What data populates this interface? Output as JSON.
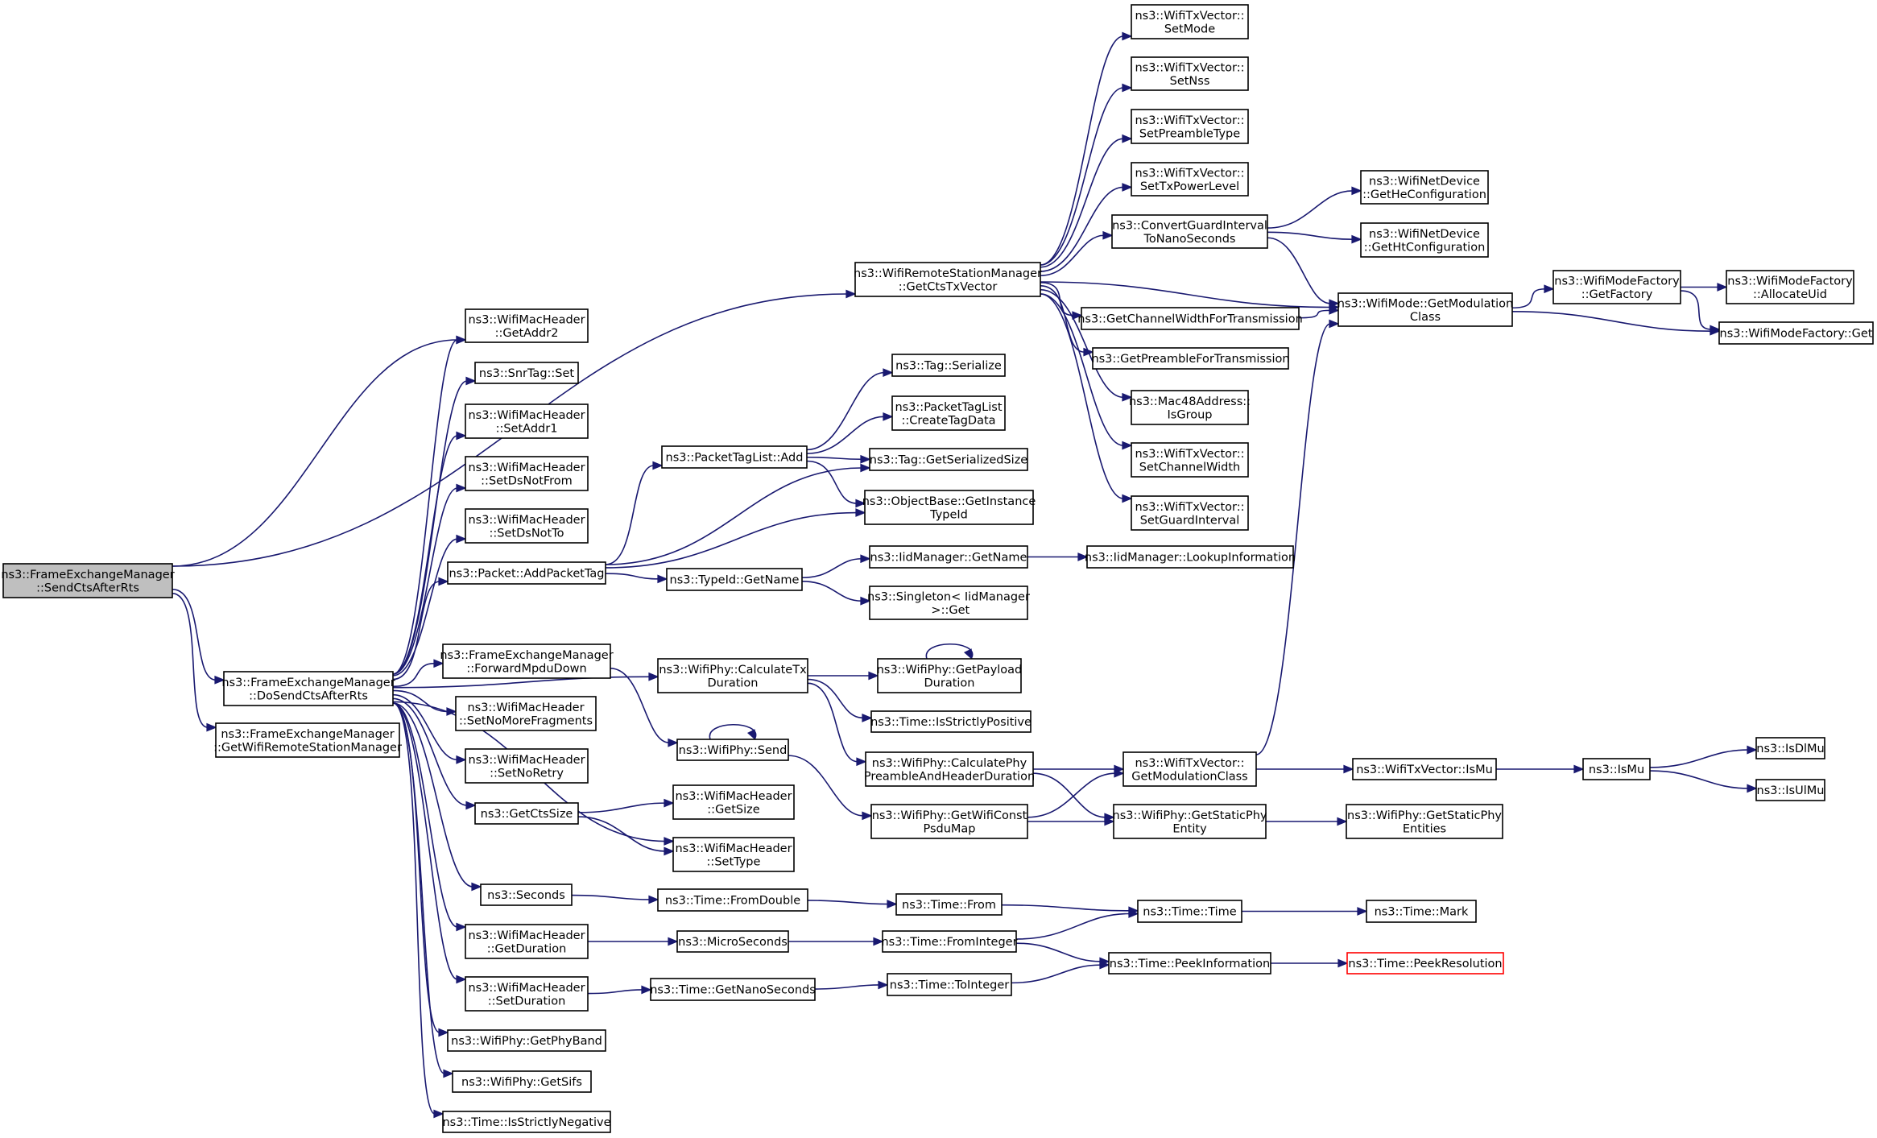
{
  "diagram": {
    "kind": "call-graph",
    "colors": {
      "edge": "#191970",
      "node_border": "#000000",
      "node_fill": "#ffffff",
      "root_fill": "#bfbfbf",
      "undocumented_border": "#ff0000"
    },
    "nodes": [
      {
        "id": "root",
        "lines": [
          "ns3::FrameExchangeManager",
          "::SendCtsAfterRts"
        ],
        "style": "root"
      },
      {
        "id": "dosend",
        "lines": [
          "ns3::FrameExchangeManager",
          "::DoSendCtsAfterRts"
        ]
      },
      {
        "id": "getwrsm",
        "lines": [
          "ns3::FrameExchangeManager",
          "::GetWifiRemoteStationManager"
        ]
      },
      {
        "id": "getcts",
        "lines": [
          "ns3::WifiRemoteStationManager",
          "::GetCtsTxVector"
        ]
      },
      {
        "id": "addr2",
        "lines": [
          "ns3::WifiMacHeader",
          "::GetAddr2"
        ]
      },
      {
        "id": "snrset",
        "lines": [
          "ns3::SnrTag::Set"
        ]
      },
      {
        "id": "setaddr1",
        "lines": [
          "ns3::WifiMacHeader",
          "::SetAddr1"
        ]
      },
      {
        "id": "dsnotfrom",
        "lines": [
          "ns3::WifiMacHeader",
          "::SetDsNotFrom"
        ]
      },
      {
        "id": "dsnotto",
        "lines": [
          "ns3::WifiMacHeader",
          "::SetDsNotTo"
        ]
      },
      {
        "id": "addpkttag",
        "lines": [
          "ns3::Packet::AddPacketTag"
        ]
      },
      {
        "id": "fwdmpdu",
        "lines": [
          "ns3::FrameExchangeManager",
          "::ForwardMpduDown"
        ]
      },
      {
        "id": "nomorefrag",
        "lines": [
          "ns3::WifiMacHeader",
          "::SetNoMoreFragments"
        ]
      },
      {
        "id": "noretry",
        "lines": [
          "ns3::WifiMacHeader",
          "::SetNoRetry"
        ]
      },
      {
        "id": "getctssize",
        "lines": [
          "ns3::GetCtsSize"
        ]
      },
      {
        "id": "seconds",
        "lines": [
          "ns3::Seconds"
        ]
      },
      {
        "id": "getdur",
        "lines": [
          "ns3::WifiMacHeader",
          "::GetDuration"
        ]
      },
      {
        "id": "setdur",
        "lines": [
          "ns3::WifiMacHeader",
          "::SetDuration"
        ]
      },
      {
        "id": "getphyband",
        "lines": [
          "ns3::WifiPhy::GetPhyBand"
        ]
      },
      {
        "id": "getsifs",
        "lines": [
          "ns3::WifiPhy::GetSifs"
        ]
      },
      {
        "id": "isneg",
        "lines": [
          "ns3::Time::IsStrictlyNegative"
        ]
      },
      {
        "id": "ptladd",
        "lines": [
          "ns3::PacketTagList::Add"
        ]
      },
      {
        "id": "typeidname",
        "lines": [
          "ns3::TypeId::GetName"
        ]
      },
      {
        "id": "calctx",
        "lines": [
          "ns3::WifiPhy::CalculateTx",
          "Duration"
        ]
      },
      {
        "id": "physend",
        "lines": [
          "ns3::WifiPhy::Send"
        ]
      },
      {
        "id": "getsize",
        "lines": [
          "ns3::WifiMacHeader",
          "::GetSize"
        ]
      },
      {
        "id": "settype",
        "lines": [
          "ns3::WifiMacHeader",
          "::SetType"
        ]
      },
      {
        "id": "fromdouble",
        "lines": [
          "ns3::Time::FromDouble"
        ]
      },
      {
        "id": "micro",
        "lines": [
          "ns3::MicroSeconds"
        ]
      },
      {
        "id": "getnano",
        "lines": [
          "ns3::Time::GetNanoSeconds"
        ]
      },
      {
        "id": "tagser",
        "lines": [
          "ns3::Tag::Serialize"
        ]
      },
      {
        "id": "createtag",
        "lines": [
          "ns3::PacketTagList",
          "::CreateTagData"
        ]
      },
      {
        "id": "tagsersize",
        "lines": [
          "ns3::Tag::GetSerializedSize"
        ]
      },
      {
        "id": "getinst",
        "lines": [
          "ns3::ObjectBase::GetInstance",
          "TypeId"
        ]
      },
      {
        "id": "iidgetname",
        "lines": [
          "ns3::IidManager::GetName"
        ]
      },
      {
        "id": "singleton",
        "lines": [
          "ns3::Singleton< IidManager",
          " >::Get"
        ]
      },
      {
        "id": "getpayload",
        "lines": [
          "ns3::WifiPhy::GetPayload",
          "Duration"
        ]
      },
      {
        "id": "ispos",
        "lines": [
          "ns3::Time::IsStrictlyPositive"
        ]
      },
      {
        "id": "calcpre",
        "lines": [
          "ns3::WifiPhy::CalculatePhy",
          "PreambleAndHeaderDuration"
        ]
      },
      {
        "id": "constpsdu",
        "lines": [
          "ns3::WifiPhy::GetWifiConst",
          "PsduMap"
        ]
      },
      {
        "id": "timefrom",
        "lines": [
          "ns3::Time::From"
        ]
      },
      {
        "id": "frominteger",
        "lines": [
          "ns3::Time::FromInteger"
        ]
      },
      {
        "id": "tointeger",
        "lines": [
          "ns3::Time::ToInteger"
        ]
      },
      {
        "id": "setmode",
        "lines": [
          "ns3::WifiTxVector::",
          "SetMode"
        ]
      },
      {
        "id": "setnss",
        "lines": [
          "ns3::WifiTxVector::",
          "SetNss"
        ]
      },
      {
        "id": "setpre",
        "lines": [
          "ns3::WifiTxVector::",
          "SetPreambleType"
        ]
      },
      {
        "id": "settxp",
        "lines": [
          "ns3::WifiTxVector::",
          "SetTxPowerLevel"
        ]
      },
      {
        "id": "convgi",
        "lines": [
          "ns3::ConvertGuardInterval",
          "ToNanoSeconds"
        ]
      },
      {
        "id": "chwidth",
        "lines": [
          "ns3::GetChannelWidthForTransmission"
        ]
      },
      {
        "id": "prefortx",
        "lines": [
          "ns3::GetPreambleForTransmission"
        ]
      },
      {
        "id": "isgroup",
        "lines": [
          "ns3::Mac48Address::",
          "IsGroup"
        ]
      },
      {
        "id": "setchw",
        "lines": [
          "ns3::WifiTxVector::",
          "SetChannelWidth"
        ]
      },
      {
        "id": "setgi",
        "lines": [
          "ns3::WifiTxVector::",
          "SetGuardInterval"
        ]
      },
      {
        "id": "lookupinfo",
        "lines": [
          "ns3::IidManager::LookupInformation"
        ]
      },
      {
        "id": "getmodclass",
        "lines": [
          "ns3::WifiTxVector::",
          "GetModulationClass"
        ]
      },
      {
        "id": "getstaticphy",
        "lines": [
          "ns3::WifiPhy::GetStaticPhy",
          "Entity"
        ]
      },
      {
        "id": "timetime",
        "lines": [
          "ns3::Time::Time"
        ]
      },
      {
        "id": "peekinfo",
        "lines": [
          "ns3::Time::PeekInformation"
        ]
      },
      {
        "id": "hecfg",
        "lines": [
          "ns3::WifiNetDevice",
          "::GetHeConfiguration"
        ]
      },
      {
        "id": "htcfg",
        "lines": [
          "ns3::WifiNetDevice",
          "::GetHtConfiguration"
        ]
      },
      {
        "id": "modegetmod",
        "lines": [
          "ns3::WifiMode::GetModulation",
          "Class"
        ]
      },
      {
        "id": "txismu",
        "lines": [
          "ns3::WifiTxVector::IsMu"
        ]
      },
      {
        "id": "staticents",
        "lines": [
          "ns3::WifiPhy::GetStaticPhy",
          "Entities"
        ]
      },
      {
        "id": "timemark",
        "lines": [
          "ns3::Time::Mark"
        ]
      },
      {
        "id": "peekres",
        "lines": [
          "ns3::Time::PeekResolution"
        ],
        "style": "undoc"
      },
      {
        "id": "getfactory",
        "lines": [
          "ns3::WifiModeFactory",
          "::GetFactory"
        ]
      },
      {
        "id": "ismu",
        "lines": [
          "ns3::IsMu"
        ]
      },
      {
        "id": "allocuid",
        "lines": [
          "ns3::WifiModeFactory",
          "::AllocateUid"
        ]
      },
      {
        "id": "wmfget",
        "lines": [
          "ns3::WifiModeFactory::Get"
        ]
      },
      {
        "id": "isdlmu",
        "lines": [
          "ns3::IsDlMu"
        ]
      },
      {
        "id": "isulmu",
        "lines": [
          "ns3::IsUlMu"
        ]
      }
    ],
    "edges": [
      [
        "root",
        "getcts"
      ],
      [
        "root",
        "addr2"
      ],
      [
        "root",
        "dosend"
      ],
      [
        "root",
        "getwrsm"
      ],
      [
        "dosend",
        "addr2"
      ],
      [
        "dosend",
        "snrset"
      ],
      [
        "dosend",
        "setaddr1"
      ],
      [
        "dosend",
        "dsnotfrom"
      ],
      [
        "dosend",
        "dsnotto"
      ],
      [
        "dosend",
        "addpkttag"
      ],
      [
        "dosend",
        "calctx"
      ],
      [
        "dosend",
        "fwdmpdu"
      ],
      [
        "dosend",
        "nomorefrag"
      ],
      [
        "dosend",
        "noretry"
      ],
      [
        "dosend",
        "getctssize"
      ],
      [
        "dosend",
        "settype"
      ],
      [
        "dosend",
        "seconds"
      ],
      [
        "dosend",
        "getdur"
      ],
      [
        "dosend",
        "setdur"
      ],
      [
        "dosend",
        "getphyband"
      ],
      [
        "dosend",
        "getsifs"
      ],
      [
        "dosend",
        "isneg"
      ],
      [
        "addpkttag",
        "ptladd"
      ],
      [
        "addpkttag",
        "tagsersize"
      ],
      [
        "addpkttag",
        "getinst"
      ],
      [
        "addpkttag",
        "typeidname"
      ],
      [
        "ptladd",
        "tagser"
      ],
      [
        "ptladd",
        "createtag"
      ],
      [
        "ptladd",
        "tagsersize"
      ],
      [
        "ptladd",
        "getinst"
      ],
      [
        "typeidname",
        "iidgetname"
      ],
      [
        "typeidname",
        "singleton"
      ],
      [
        "iidgetname",
        "lookupinfo"
      ],
      [
        "fwdmpdu",
        "physend"
      ],
      [
        "physend",
        "physend"
      ],
      [
        "physend",
        "constpsdu"
      ],
      [
        "calctx",
        "getpayload"
      ],
      [
        "calctx",
        "ispos"
      ],
      [
        "calctx",
        "calcpre"
      ],
      [
        "getpayload",
        "getpayload"
      ],
      [
        "calcpre",
        "getmodclass"
      ],
      [
        "calcpre",
        "getstaticphy"
      ],
      [
        "constpsdu",
        "getmodclass"
      ],
      [
        "constpsdu",
        "getstaticphy"
      ],
      [
        "getctssize",
        "getsize"
      ],
      [
        "getctssize",
        "settype"
      ],
      [
        "seconds",
        "fromdouble"
      ],
      [
        "fromdouble",
        "timefrom"
      ],
      [
        "timefrom",
        "timetime"
      ],
      [
        "getdur",
        "micro"
      ],
      [
        "micro",
        "frominteger"
      ],
      [
        "frominteger",
        "timetime"
      ],
      [
        "frominteger",
        "peekinfo"
      ],
      [
        "setdur",
        "getnano"
      ],
      [
        "getnano",
        "tointeger"
      ],
      [
        "tointeger",
        "peekinfo"
      ],
      [
        "timetime",
        "timemark"
      ],
      [
        "peekinfo",
        "peekres"
      ],
      [
        "getcts",
        "setmode"
      ],
      [
        "getcts",
        "setnss"
      ],
      [
        "getcts",
        "setpre"
      ],
      [
        "getcts",
        "settxp"
      ],
      [
        "getcts",
        "convgi"
      ],
      [
        "getcts",
        "modegetmod"
      ],
      [
        "getcts",
        "chwidth"
      ],
      [
        "getcts",
        "prefortx"
      ],
      [
        "getcts",
        "isgroup"
      ],
      [
        "getcts",
        "setchw"
      ],
      [
        "getcts",
        "setgi"
      ],
      [
        "convgi",
        "hecfg"
      ],
      [
        "convgi",
        "htcfg"
      ],
      [
        "convgi",
        "modegetmod"
      ],
      [
        "chwidth",
        "modegetmod"
      ],
      [
        "getmodclass",
        "modegetmod"
      ],
      [
        "getmodclass",
        "txismu"
      ],
      [
        "txismu",
        "ismu"
      ],
      [
        "ismu",
        "isdlmu"
      ],
      [
        "ismu",
        "isulmu"
      ],
      [
        "getstaticphy",
        "staticents"
      ],
      [
        "modegetmod",
        "getfactory"
      ],
      [
        "modegetmod",
        "wmfget"
      ],
      [
        "getfactory",
        "allocuid"
      ],
      [
        "getfactory",
        "wmfget"
      ]
    ]
  }
}
